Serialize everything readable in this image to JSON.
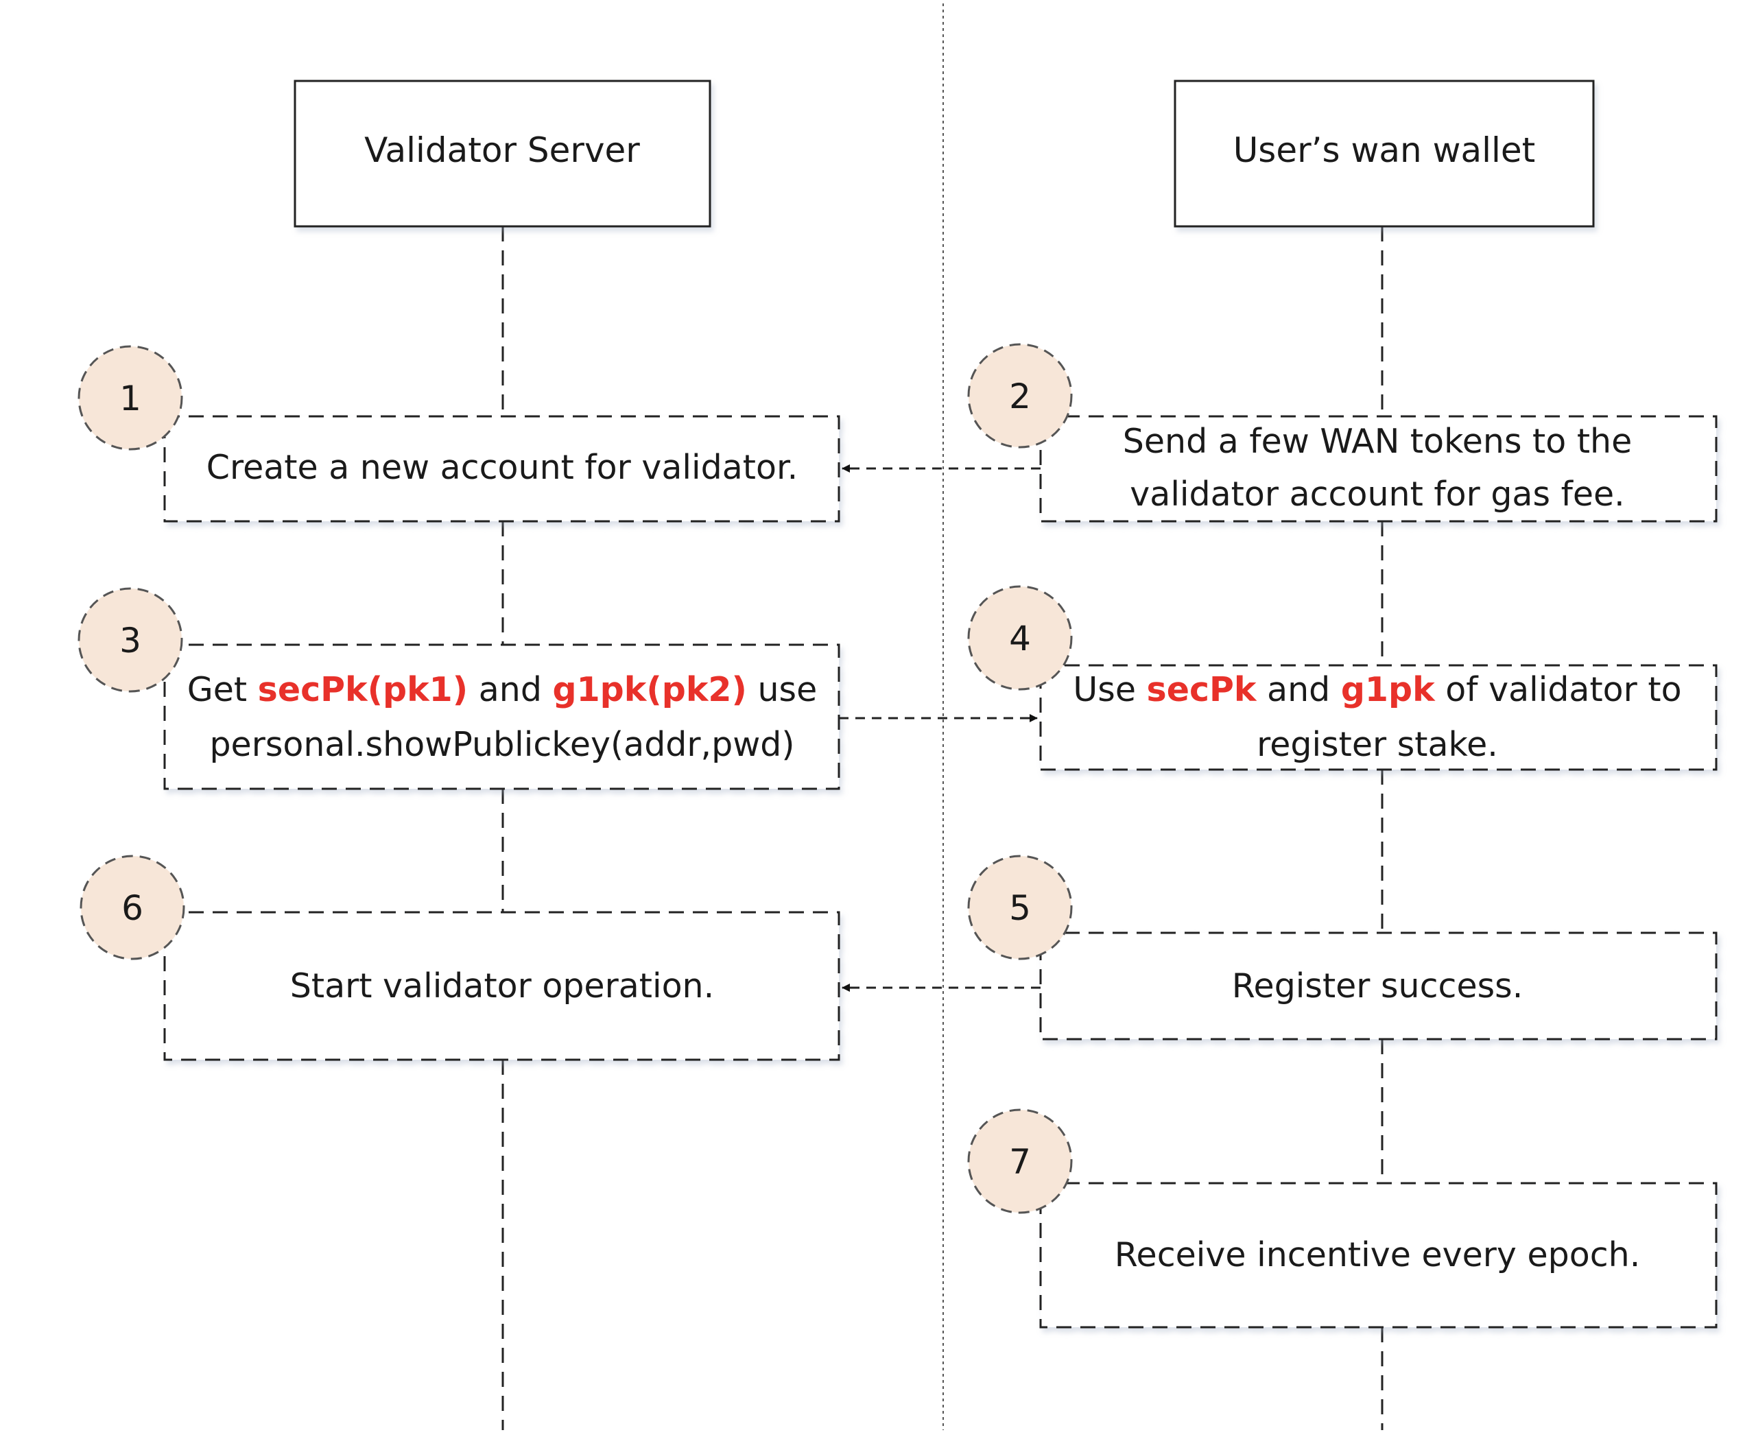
{
  "colors": {
    "highlight": "#e8312a",
    "badge_fill": "#f7e6d8",
    "line": "#222222"
  },
  "participants": {
    "validator_server": "Validator Server",
    "user_wallet": "User’s wan wallet"
  },
  "steps": {
    "s1": {
      "number": "1",
      "line1": "Create a new account for validator."
    },
    "s2": {
      "number": "2",
      "line1": "Send a few WAN tokens to the",
      "line2": "validator account for gas fee."
    },
    "s3": {
      "number": "3",
      "p1": "Get ",
      "k1": "secPk(pk1)",
      "p2": " and ",
      "k2": "g1pk(pk2)",
      "p3": " use",
      "line2": "personal.showPublickey(addr,pwd)"
    },
    "s4": {
      "number": "4",
      "p1": "Use ",
      "k1": "secPk",
      "p2": " and ",
      "k2": "g1pk",
      "p3": " of validator to",
      "line2": "register stake."
    },
    "s5": {
      "number": "5",
      "line1": "Register success."
    },
    "s6": {
      "number": "6",
      "line1": "Start validator operation."
    },
    "s7": {
      "number": "7",
      "line1": "Receive incentive every epoch."
    }
  }
}
